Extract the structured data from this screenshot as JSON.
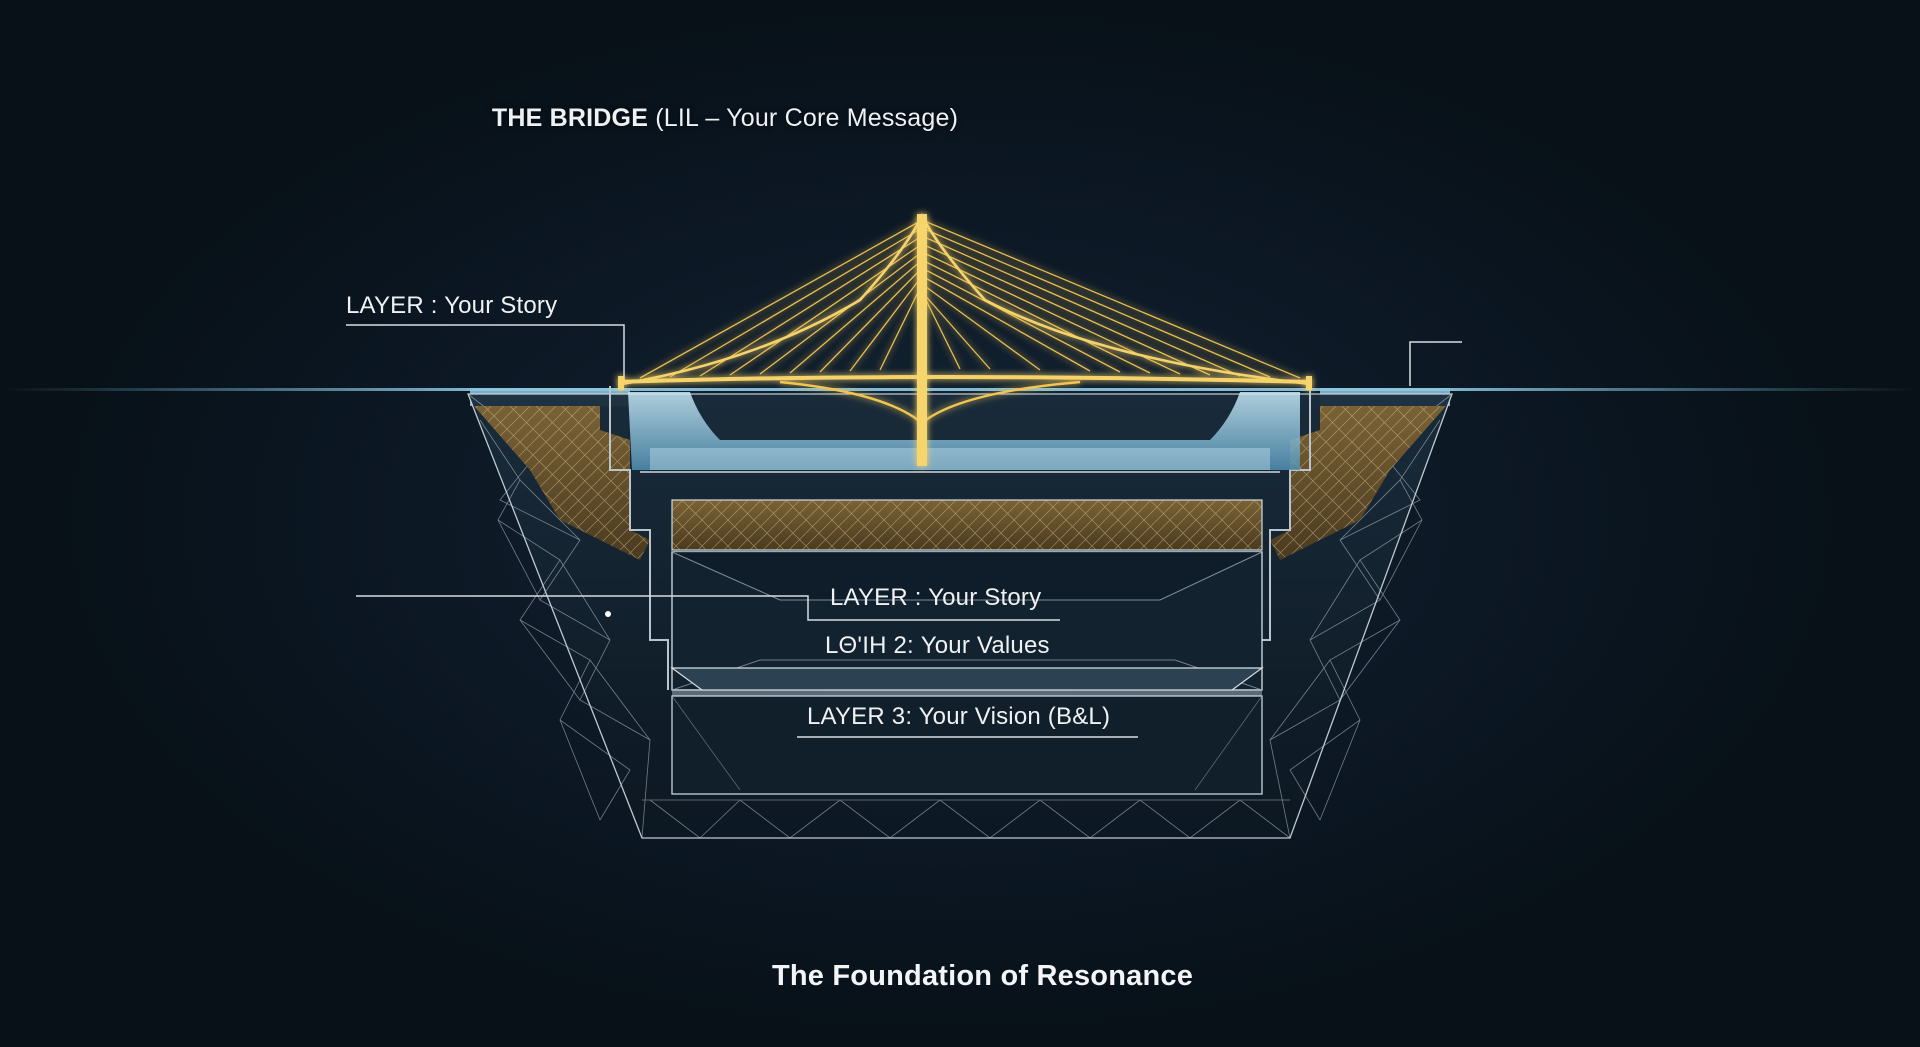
{
  "diagram": {
    "title": {
      "main": "THE BRIDGE",
      "sub": " (LIL – Your Core Message)"
    },
    "labels": {
      "layer_story_top": "LAYER : Your Story",
      "layer_story_mid": "LAYER : Your Story",
      "layer_values": "LΘ'ΙΗ 2: Your Values",
      "layer_vision": "LAYER 3: Your Vision (B&L)"
    },
    "footer": "The Foundation of Resonance",
    "colors": {
      "background": "#0b1620",
      "bridge_gold": "#f0c552",
      "water": "#9fd4ee",
      "earth": "#6b5632",
      "lines": "#cfd8df"
    }
  }
}
